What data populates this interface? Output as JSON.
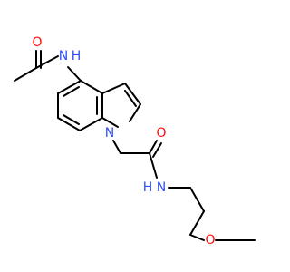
{
  "molecule": {
    "colors": {
      "bond": "#000000",
      "oxygen": "#ff0d0d",
      "nitrogen": "#3050f8",
      "background": "#ffffff"
    },
    "atom_labels": {
      "acetamide_oxygen": "O",
      "acetamide_nitrogen": "N",
      "acetamide_nitrogen_h": "H",
      "indole_nitrogen": "N",
      "amide_oxygen": "O",
      "amide_nitrogen": "N",
      "amide_nitrogen_h": "H",
      "ether_oxygen": "O"
    }
  }
}
